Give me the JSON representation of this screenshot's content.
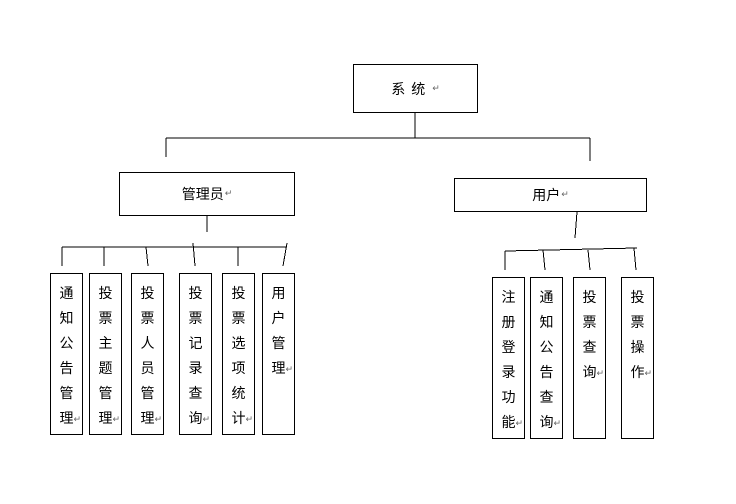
{
  "nodes": {
    "root": {
      "label": "系统",
      "ret_mark": "↵"
    },
    "admin": {
      "label": "管理员",
      "ret_mark": "↵"
    },
    "user": {
      "label": "用户",
      "ret_mark": "↵"
    }
  },
  "admin_functions": [
    {
      "label": "通知公告管理",
      "ret_mark": "↵"
    },
    {
      "label": "投票主题管理",
      "ret_mark": "↵"
    },
    {
      "label": "投票人员管理",
      "ret_mark": "↵"
    },
    {
      "label": "投票记录查询",
      "ret_mark": "↵"
    },
    {
      "label": "投票选项统计",
      "ret_mark": "↵"
    },
    {
      "label": "用户管理",
      "ret_mark": "↵"
    }
  ],
  "user_functions": [
    {
      "label": "注册登录功能",
      "ret_mark": "↵"
    },
    {
      "label": "通知公告查询",
      "ret_mark": "↵"
    },
    {
      "label": "投票查询",
      "ret_mark": "↵"
    },
    {
      "label": "投票操作",
      "ret_mark": "↵"
    }
  ]
}
